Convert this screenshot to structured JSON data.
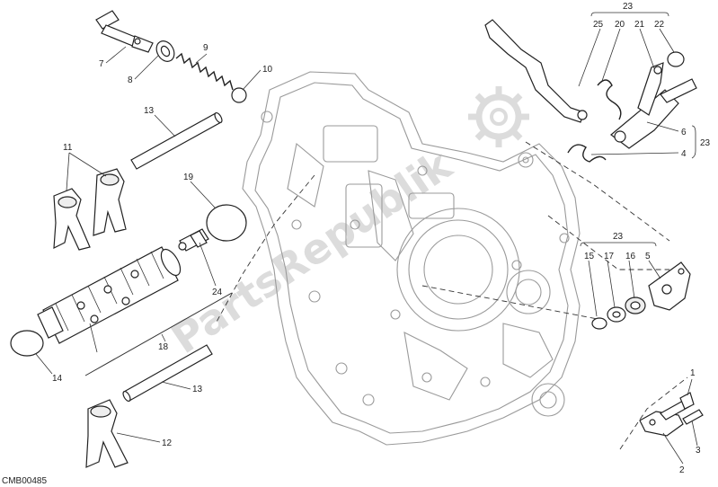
{
  "drawing_code": "CMB00485",
  "watermark": "PartsRepublik",
  "callouts": {
    "c1": "1",
    "c2": "2",
    "c3": "3",
    "c4": "4",
    "c5": "5",
    "c6": "6",
    "c7": "7",
    "c8": "8",
    "c9": "9",
    "c10": "10",
    "c11": "11",
    "c12": "12",
    "c13a": "13",
    "c13b": "13",
    "c14": "14",
    "c15": "15",
    "c16": "16",
    "c17": "17",
    "c18": "18",
    "c19": "19",
    "c20": "20",
    "c21": "21",
    "c22": "22",
    "c23a": "23",
    "c23b": "23",
    "c23c": "23",
    "c24": "24",
    "c25": "25"
  },
  "colors": {
    "linework": "#222222",
    "casing": "#9a9a9a",
    "watermark": "#dcdcdc"
  },
  "icons": {
    "watermark_logo": "gear-icon"
  }
}
